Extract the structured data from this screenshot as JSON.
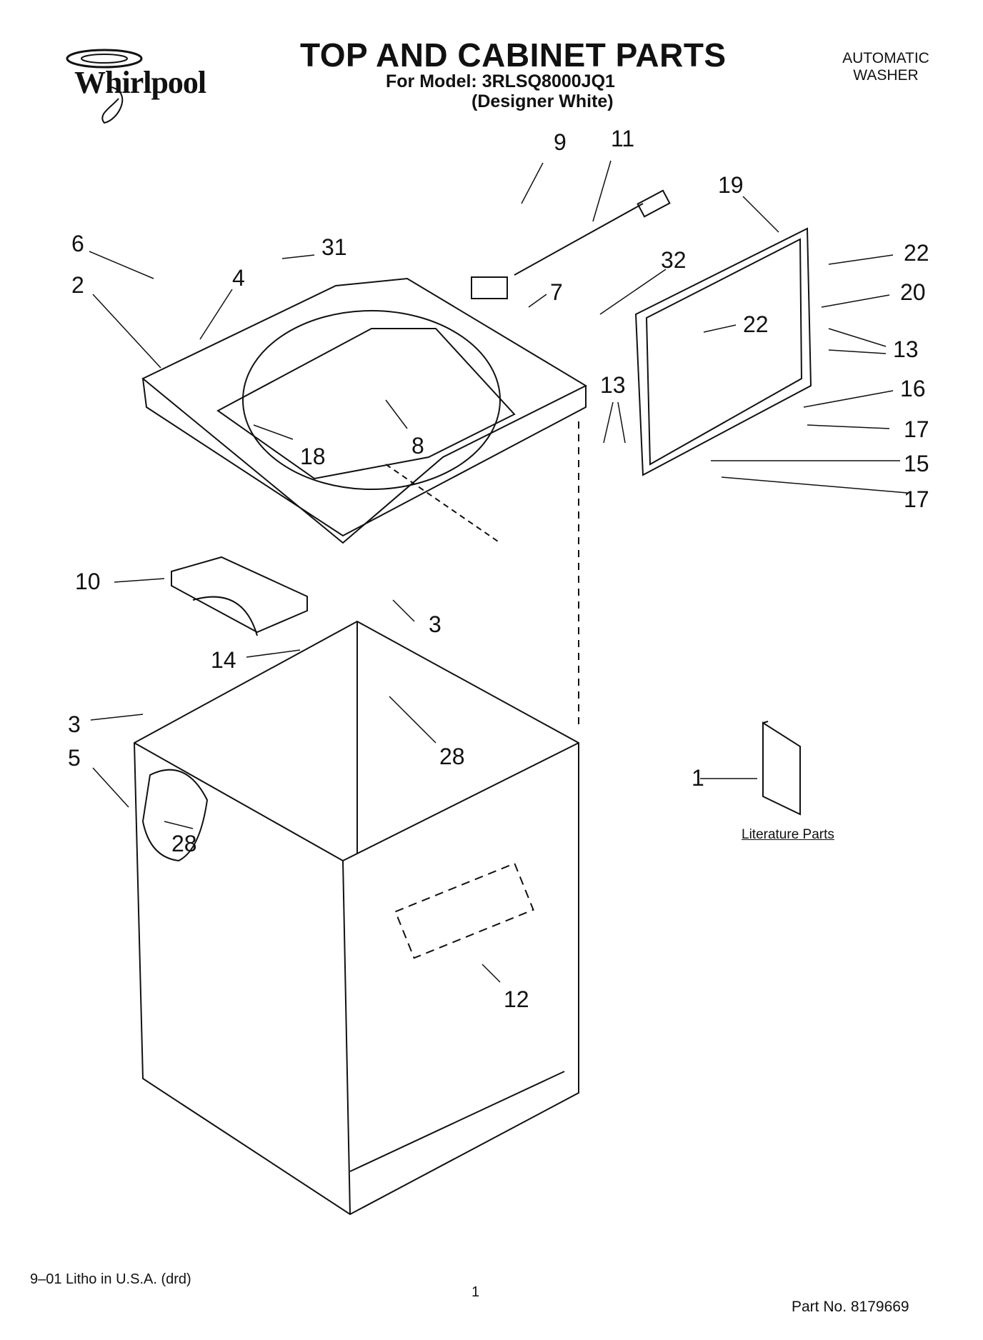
{
  "brand": {
    "name": "Whirlpool"
  },
  "header": {
    "title": "TOP AND CABINET PARTS",
    "model_line": "For Model: 3RLSQ8000JQ1",
    "color_line": "(Designer White)",
    "product_type_line1": "AUTOMATIC",
    "product_type_line2": "WASHER"
  },
  "diagram": {
    "callouts": [
      "1",
      "2",
      "3",
      "3",
      "4",
      "5",
      "6",
      "7",
      "8",
      "9",
      "10",
      "11",
      "12",
      "13",
      "13",
      "14",
      "15",
      "16",
      "17",
      "17",
      "18",
      "19",
      "20",
      "22",
      "22",
      "28",
      "28",
      "31",
      "32"
    ],
    "literature_label": "Literature Parts"
  },
  "footer": {
    "litho": "9–01 Litho in U.S.A. (drd)",
    "page": "1",
    "part_no": "Part No. 8179669"
  }
}
